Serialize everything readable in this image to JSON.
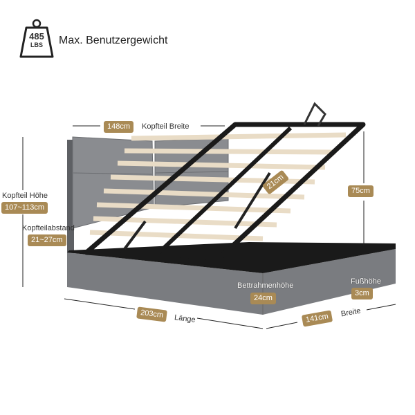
{
  "weight": {
    "value": "485",
    "unit": "LBS",
    "label": "Max. Benutzergewicht"
  },
  "dimensions": {
    "headboard_width": {
      "value": "148cm",
      "label": "Kopfteil Breite"
    },
    "headboard_height": {
      "value": "107~113cm",
      "label": "Kopfteil Höhe"
    },
    "headboard_gap": {
      "value": "21~27cm",
      "label": "Kopfteilabstand"
    },
    "lift_gap": {
      "value": "21cm"
    },
    "total_height": {
      "value": "75cm"
    },
    "frame_height": {
      "value": "24cm",
      "label": "Bettrahmenhöhe"
    },
    "foot_height": {
      "value": "3cm",
      "label": "Fußhöhe"
    },
    "length": {
      "value": "203cm",
      "label": "Länge"
    },
    "width": {
      "value": "141cm",
      "label": "Breite"
    }
  },
  "colors": {
    "badge": "#a98a55",
    "fabric": "#7a7c80",
    "frame": "#222222",
    "slat": "#e9dcc6"
  }
}
